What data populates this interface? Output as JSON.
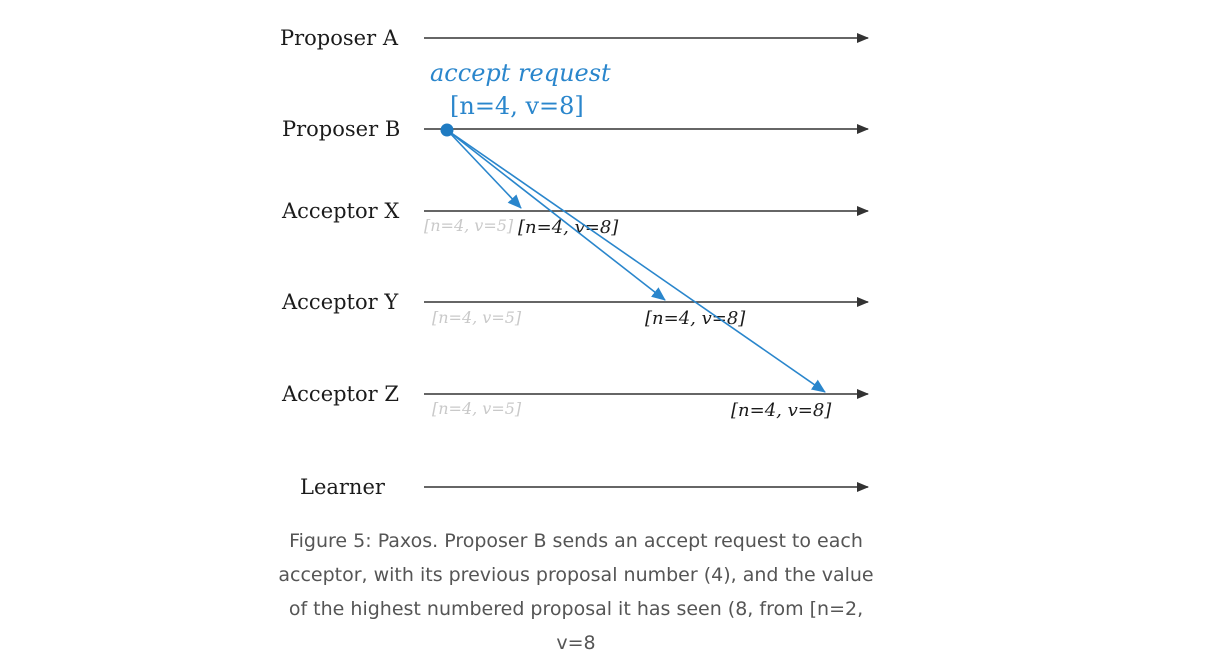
{
  "lanes": {
    "proposer_a": "Proposer A",
    "proposer_b": "Proposer B",
    "acceptor_x": "Acceptor X",
    "acceptor_y": "Acceptor Y",
    "acceptor_z": "Acceptor Z",
    "learner": "Learner"
  },
  "request": {
    "title": "accept request",
    "value": "[n=4, v=8]"
  },
  "acceptor_values": {
    "x_previous": "[n=4, v=5]",
    "x_new": "[n=4, v=8]",
    "y_previous": "[n=4, v=5]",
    "y_new": "[n=4, v=8]",
    "z_previous": "[n=4, v=5]",
    "z_new": "[n=4, v=8]"
  },
  "caption": "Figure 5: Paxos. Proposer B sends an accept request to each acceptor, with its previous proposal number (4), and the value of the highest numbered proposal it has seen (8, from [n=2, v=8",
  "colors": {
    "timeline": "#333333",
    "message": "#2a86cc",
    "old_value": "#c9c9c9",
    "caption": "#555555"
  }
}
